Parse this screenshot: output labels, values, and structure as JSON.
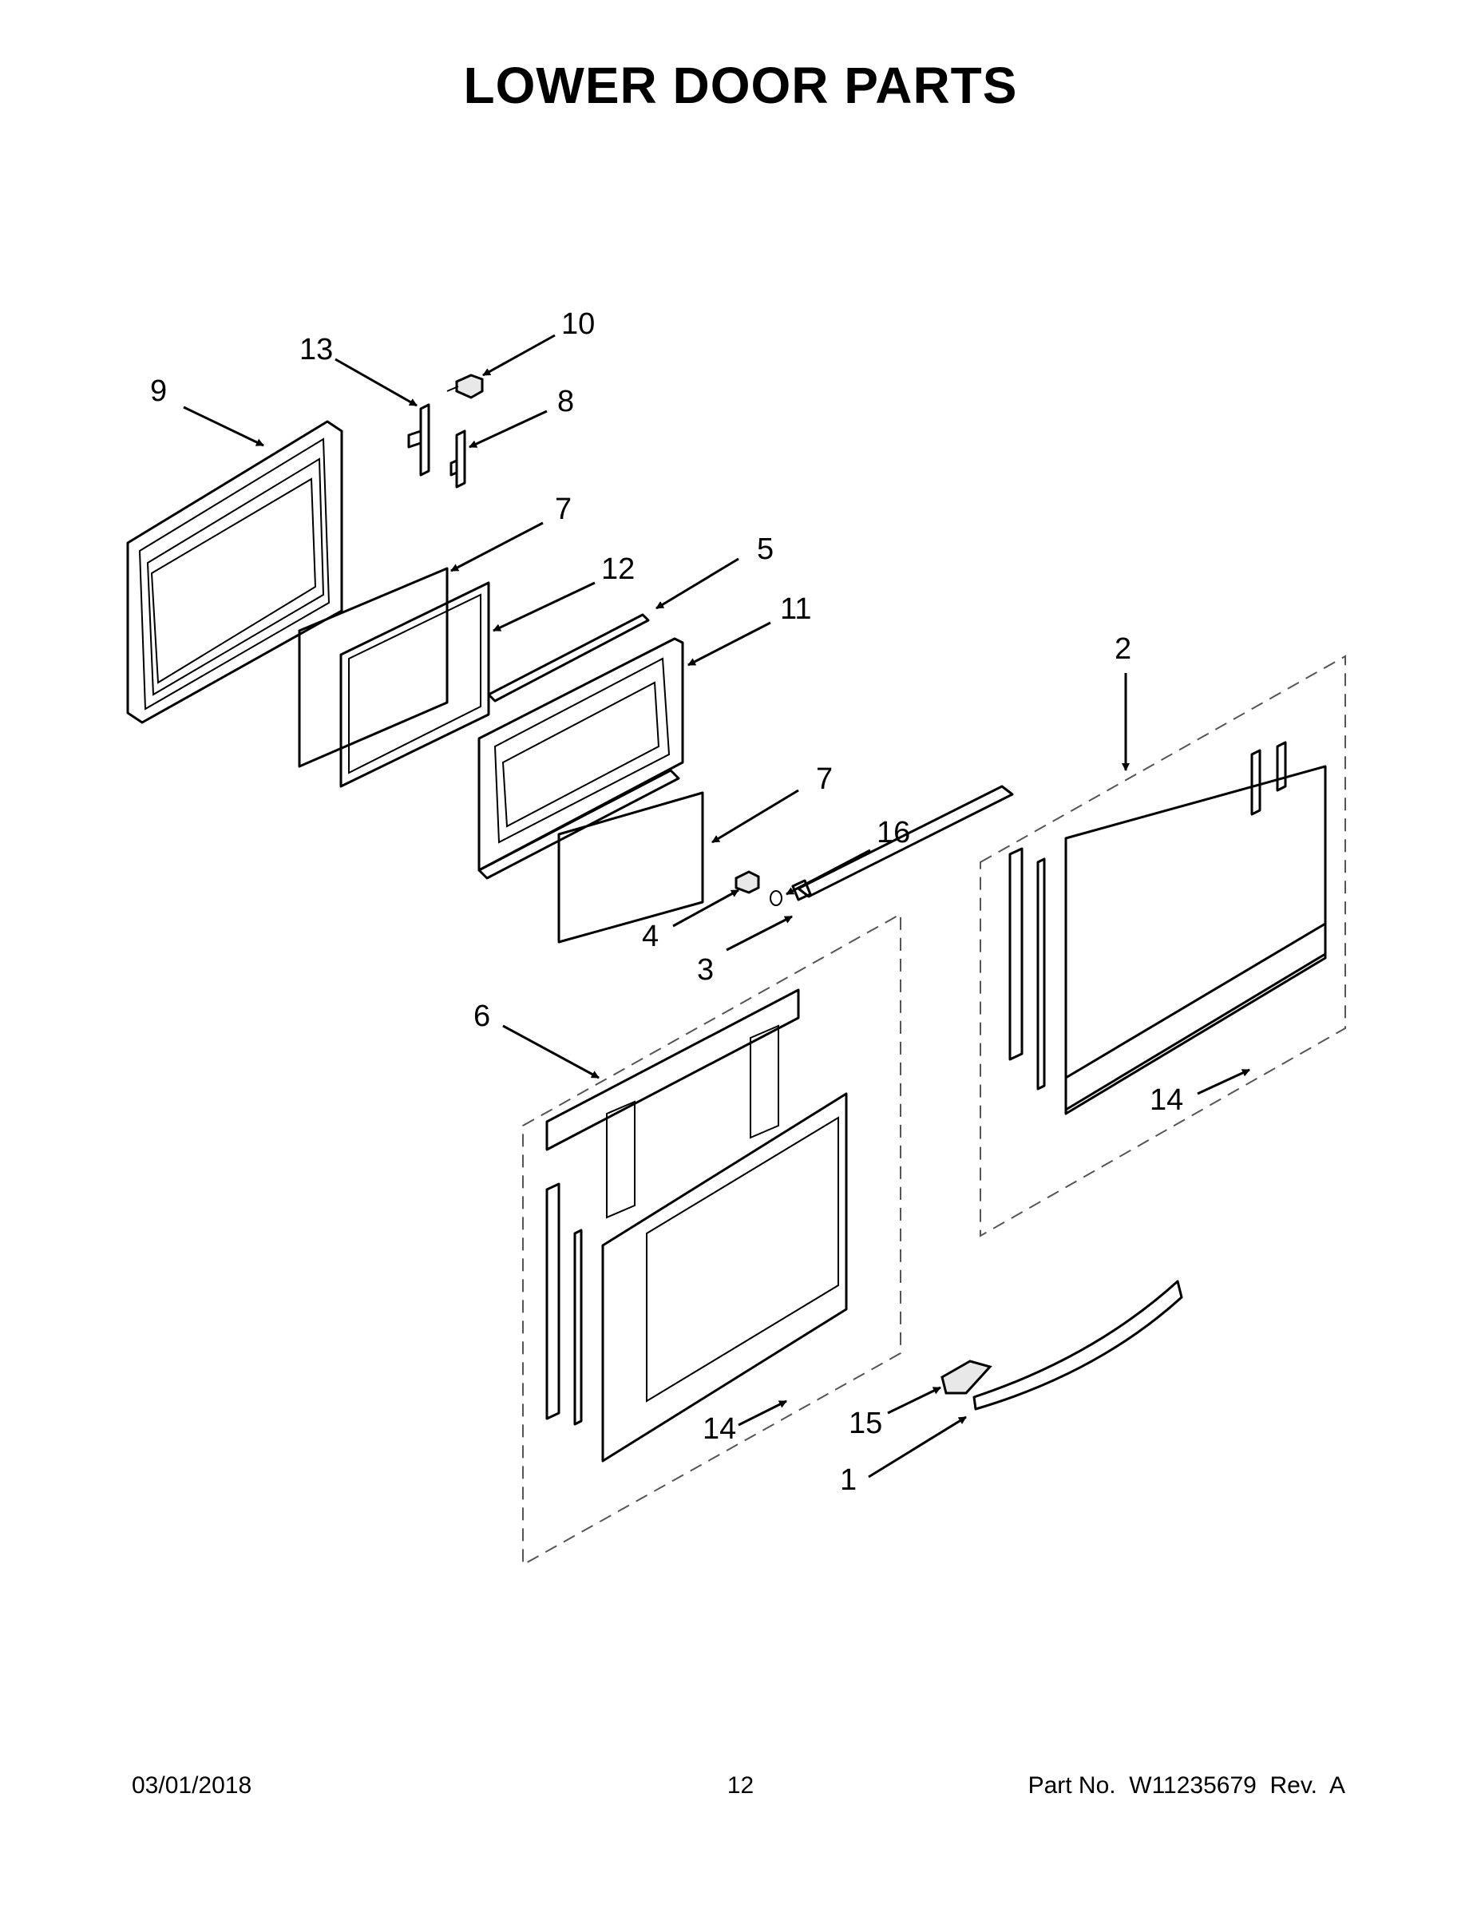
{
  "page": {
    "title": "LOWER DOOR PARTS",
    "footer": {
      "date": "03/01/2018",
      "page_number": "12",
      "part_number": "Part No.  W11235679  Rev.  A"
    }
  },
  "callouts": [
    {
      "id": "c9",
      "label": "9"
    },
    {
      "id": "c13",
      "label": "13"
    },
    {
      "id": "c10",
      "label": "10"
    },
    {
      "id": "c8",
      "label": "8"
    },
    {
      "id": "c7a",
      "label": "7"
    },
    {
      "id": "c12",
      "label": "12"
    },
    {
      "id": "c5",
      "label": "5"
    },
    {
      "id": "c11",
      "label": "11"
    },
    {
      "id": "c2",
      "label": "2"
    },
    {
      "id": "c7b",
      "label": "7"
    },
    {
      "id": "c16",
      "label": "16"
    },
    {
      "id": "c4",
      "label": "4"
    },
    {
      "id": "c3",
      "label": "3"
    },
    {
      "id": "c6",
      "label": "6"
    },
    {
      "id": "c14a",
      "label": "14"
    },
    {
      "id": "c14b",
      "label": "14"
    },
    {
      "id": "c15",
      "label": "15"
    },
    {
      "id": "c1",
      "label": "1"
    }
  ]
}
